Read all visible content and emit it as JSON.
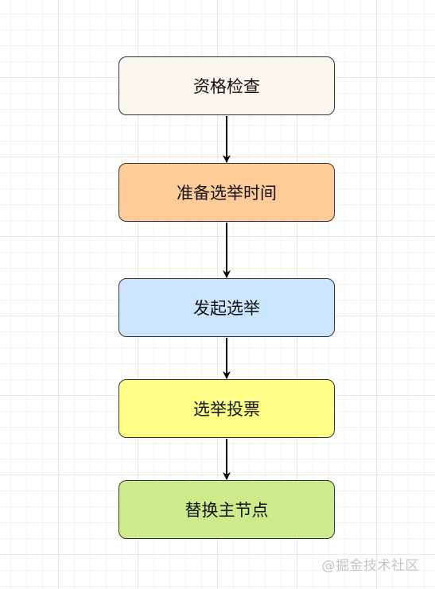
{
  "diagram": {
    "steps": [
      {
        "label": "资格检查",
        "fill": "#f9f7ed"
      },
      {
        "label": "准备选举时间",
        "fill": "#ffcc99"
      },
      {
        "label": "发起选举",
        "fill": "#cce5ff"
      },
      {
        "label": "选举投票",
        "fill": "#ffff88"
      },
      {
        "label": "替换主节点",
        "fill": "#cdeb8b"
      }
    ],
    "stroke_color": "#333333",
    "arrow_color": "#000000"
  },
  "watermark": {
    "text": "@掘金技术社区"
  }
}
